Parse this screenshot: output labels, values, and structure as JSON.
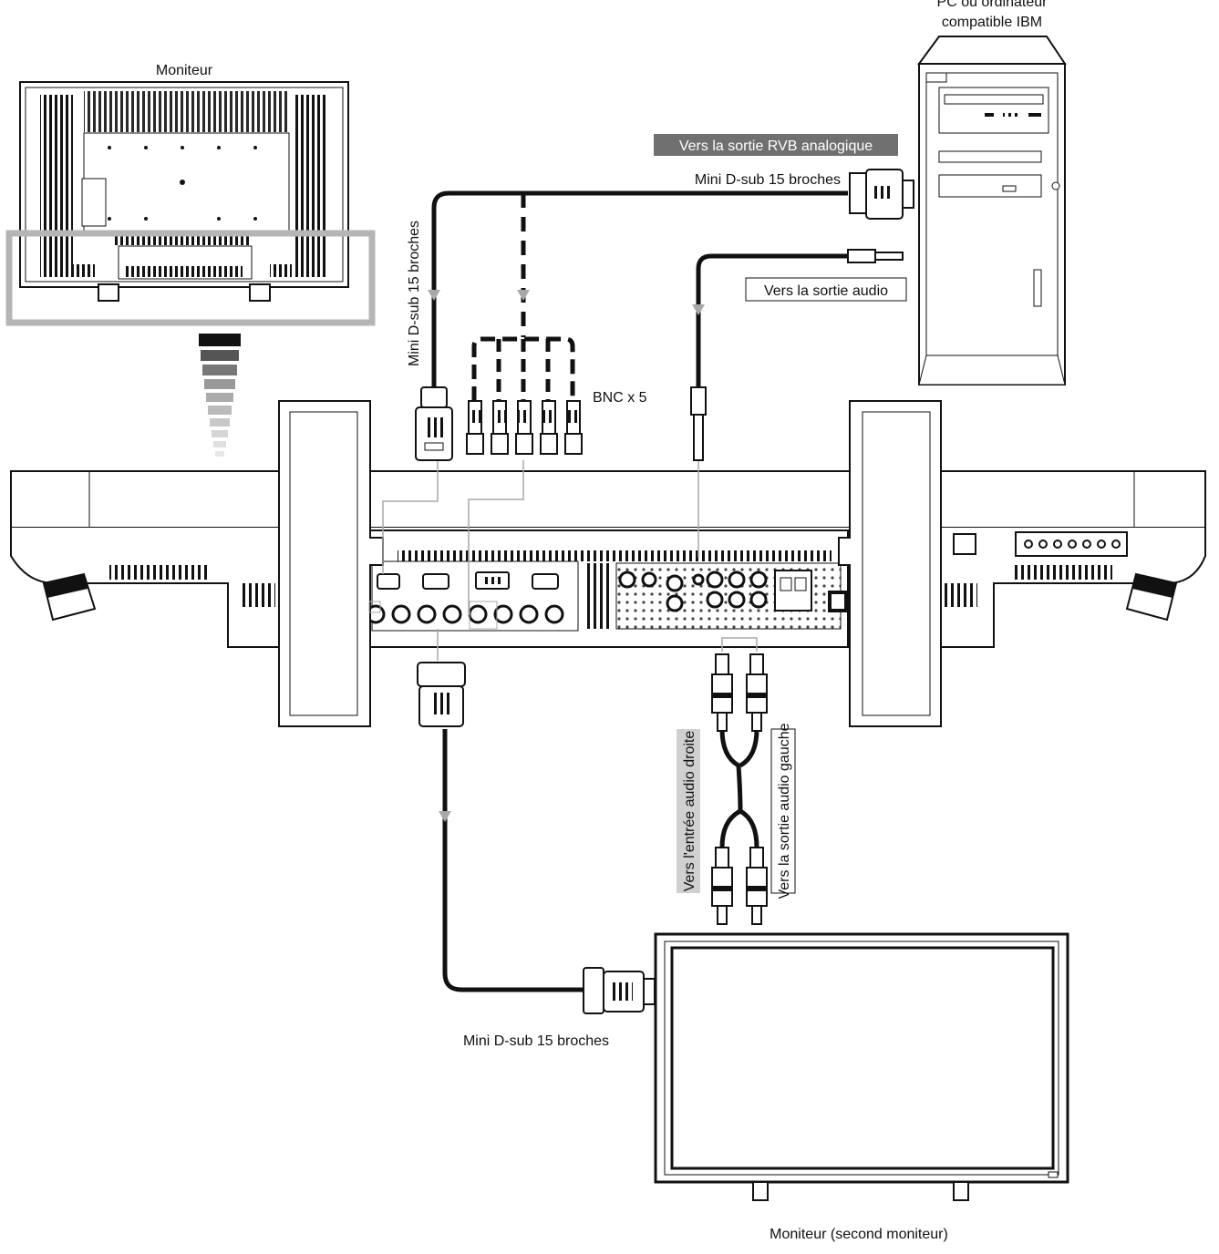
{
  "labels": {
    "pc_line1": "PC ou ordinateur",
    "pc_line2": "compatible IBM",
    "monitor_top": "Moniteur",
    "rgb_output": "Vers la sortie RVB analogique",
    "dsub_top": "Mini D-sub 15 broches",
    "dsub_vertical": "Mini D-sub 15 broches",
    "audio_output": "Vers la sortie audio",
    "bnc": "BNC x 5",
    "audio_in_right": "Vers l'entrée audio droite",
    "audio_out_left": "Vers la sortie audio gauche",
    "dsub_bottom": "Mini D-sub 15 broches",
    "monitor_second": "Moniteur (second moniteur)"
  },
  "colors": {
    "line": "#111111",
    "label_box": "#707070",
    "label_box_light": "#d0d0d0",
    "gray_line": "#a8a8a8"
  }
}
